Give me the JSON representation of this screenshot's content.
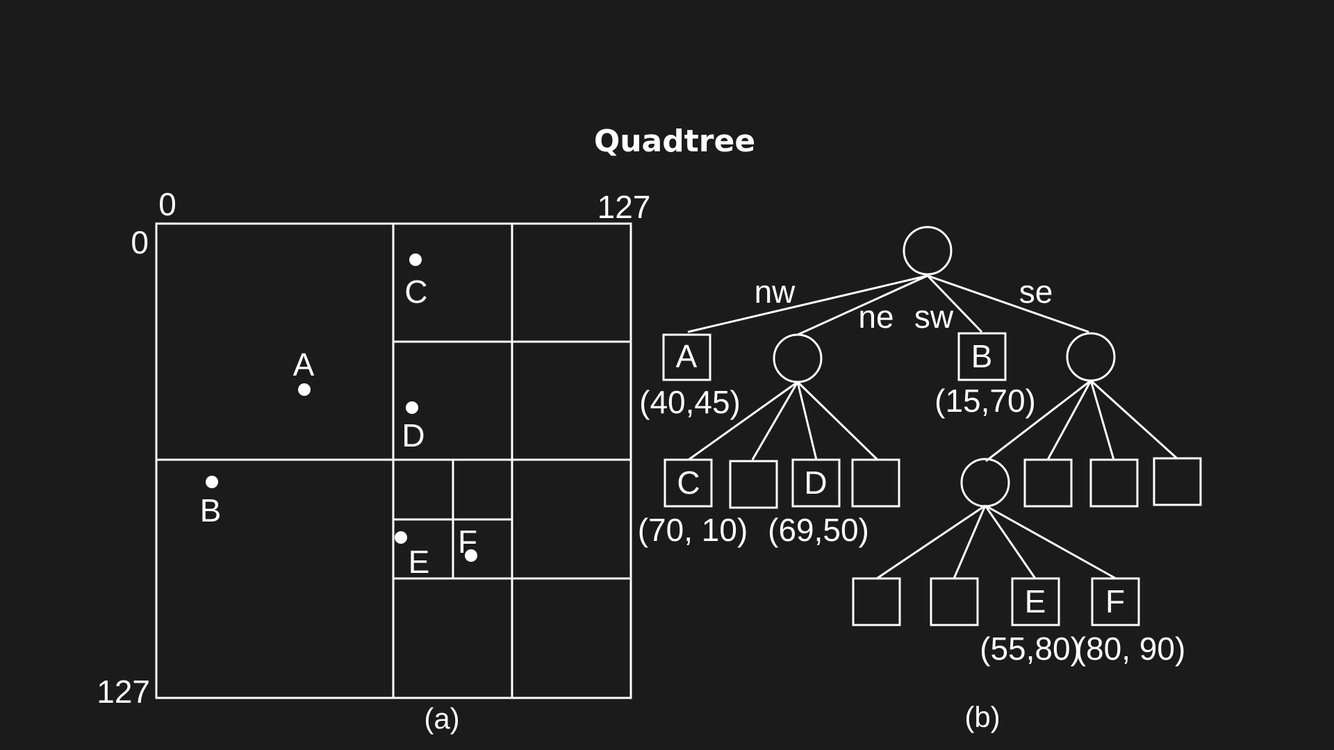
{
  "title": "Quadtree",
  "panel_a": {
    "caption": "(a)",
    "axis": {
      "x_min": "0",
      "x_max": "127",
      "y_min": "0",
      "y_max": "127"
    },
    "points": [
      {
        "label": "A"
      },
      {
        "label": "B"
      },
      {
        "label": "C"
      },
      {
        "label": "D"
      },
      {
        "label": "E"
      },
      {
        "label": "F"
      }
    ]
  },
  "panel_b": {
    "caption": "(b)",
    "edges": {
      "nw": "nw",
      "ne": "ne",
      "sw": "sw",
      "se": "se"
    },
    "leaves": {
      "A": {
        "label": "A",
        "coords": "(40,45)"
      },
      "B": {
        "label": "B",
        "coords": "(15,70)"
      },
      "C": {
        "label": "C",
        "coords": "(70, 10)"
      },
      "D": {
        "label": "D",
        "coords": "(69,50)"
      },
      "E": {
        "label": "E",
        "coords": "(55,80)"
      },
      "F": {
        "label": "F",
        "coords": "(80, 90)"
      }
    }
  }
}
